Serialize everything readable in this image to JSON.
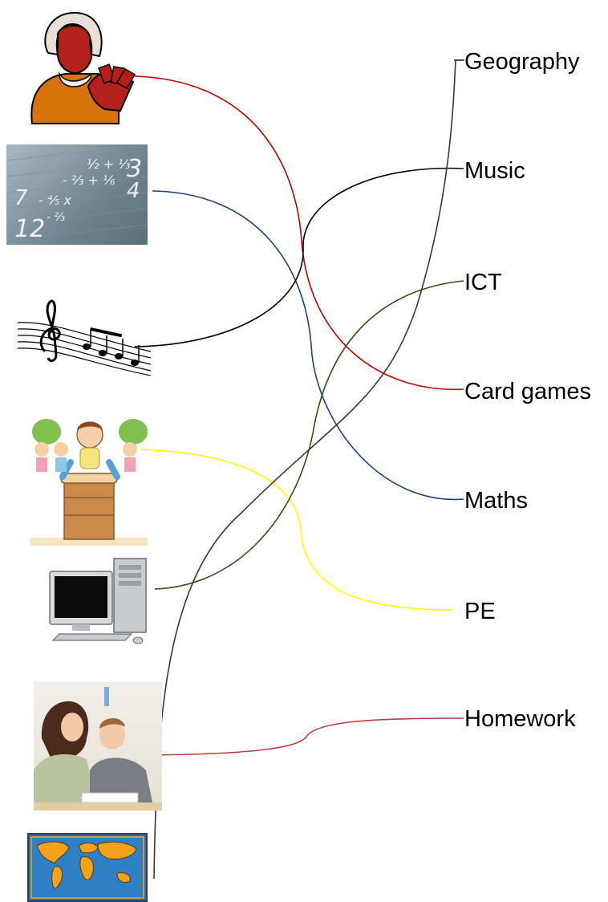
{
  "words": {
    "geography": "Geography",
    "music": "Music",
    "ict": "ICT",
    "card_games": "Card games",
    "maths": "Maths",
    "pe": "PE",
    "homework": "Homework"
  },
  "pictures": [
    {
      "icon": "card-player-icon",
      "matches": "Card games"
    },
    {
      "icon": "maths-chalkboard-icon",
      "matches": "Maths"
    },
    {
      "icon": "music-staff-icon",
      "matches": "Music"
    },
    {
      "icon": "vaulting-children-icon",
      "matches": "PE"
    },
    {
      "icon": "computer-icon",
      "matches": "ICT"
    },
    {
      "icon": "homework-photo-icon",
      "matches": "Homework"
    },
    {
      "icon": "world-map-icon",
      "matches": "Geography"
    }
  ],
  "colors": {
    "card_games_line": "#c00000",
    "maths_line": "#1f3f7a",
    "music_line": "#000000",
    "pe_line": "#ffff00",
    "ict_line": "#3a4a1a",
    "homework_line": "#c0393b",
    "geography_line": "#3a3a2a"
  }
}
